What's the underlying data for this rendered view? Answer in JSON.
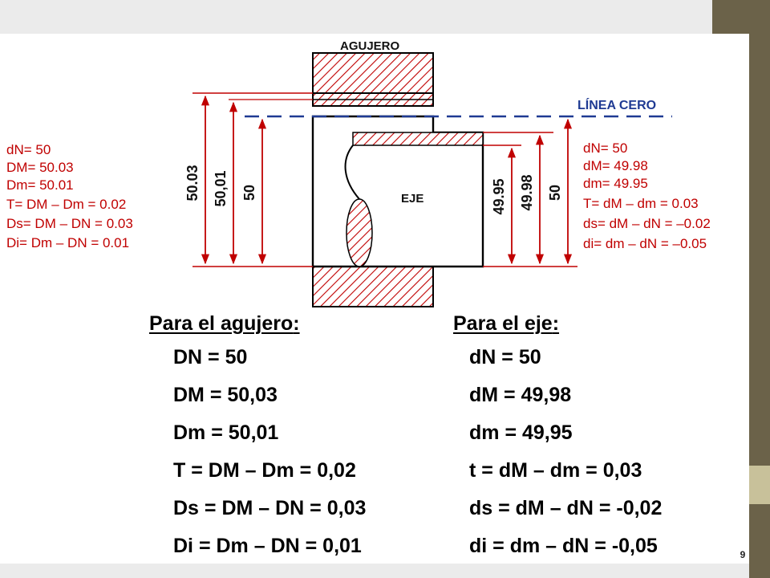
{
  "diagram": {
    "hole_label": "AGUJERO",
    "zero_line_label": "LÍNEA CERO",
    "shaft_label": "EJE",
    "hole_dims": [
      "50.03",
      "50,01",
      "50"
    ],
    "shaft_dims": [
      "49.95",
      "49.98",
      "50"
    ],
    "left_notes": [
      "dN= 50",
      "DM= 50.03",
      "Dm= 50.01",
      "T= DM – Dm = 0.02",
      "Ds= DM – DN = 0.03",
      "Di= Dm – DN = 0.01"
    ],
    "right_notes": [
      "dN= 50",
      "dM= 49.98",
      "dm= 49.95",
      "T= dM – dm = 0.03",
      "ds= dM – dN = –0.02",
      "di= dm – dN = –0.05"
    ],
    "colors": {
      "dimension": "#c00000",
      "zero_line": "#1f3a93",
      "outline": "#000000"
    }
  },
  "hole": {
    "heading": "Para el agujero",
    "heading_suffix": ":",
    "lines": [
      "DN = 50",
      "DM = 50,03",
      "Dm = 50,01",
      "T = DM – Dm = 0,02",
      "Ds = DM – DN = 0,03",
      "Di = Dm – DN = 0,01"
    ]
  },
  "shaft": {
    "heading": "Para el eje",
    "heading_suffix": ":",
    "lines": [
      "dN = 50",
      "dM = 49,98",
      "dm = 49,95",
      "t = dM – dm = 0,03",
      "ds = dM – dN = -0,02",
      "di = dm – dN = -0,05"
    ]
  },
  "slide": {
    "page_number": "9",
    "accent_color": "#6b6249",
    "accent_light": "#c8c19a"
  }
}
